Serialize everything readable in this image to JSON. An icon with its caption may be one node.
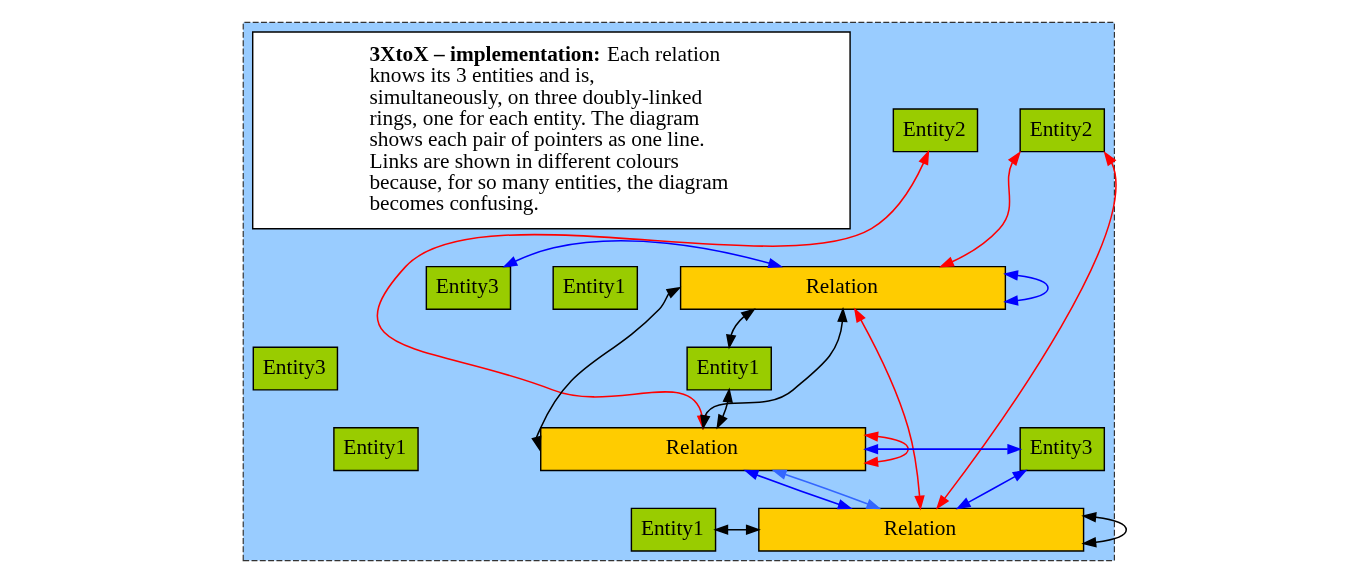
{
  "diagram": {
    "nodes": [
      {
        "text": [],
        "shape": "box"
      },
      {
        "text": [
          "Entity2"
        ],
        "in": 0
      },
      {
        "text": [
          "Entity2"
        ],
        "in": 0
      },
      {
        "text": [
          "Entity1"
        ],
        "in": 0
      },
      {
        "text": [
          "Entity3"
        ],
        "in": 0
      },
      {
        "text": [
          "Relation"
        ],
        "in": 0
      },
      {
        "text": [
          "Entity1"
        ],
        "in": 0
      },
      {
        "text": [
          "Entity3"
        ],
        "in": 0
      },
      {
        "text": [
          "Relation"
        ],
        "in": 0
      },
      {
        "text": [
          "Entity3"
        ],
        "in": 0
      },
      {
        "text": [
          "Entity1"
        ],
        "in": 0
      },
      {
        "text": [
          "Relation"
        ],
        "in": 0
      },
      {
        "text": [
          "Entity1"
        ],
        "in": 0
      },
      {
        "text": [
          "**3XtoX – implementation:** Each relation knows its 3 entities and is, simultaneously, on three doubly-linked rings, one for each entity. The diagram shows each pair of pointers as one line. Links are shown in different colours because, for so many entities, the diagram becomes confusing."
        ],
        "in": 0
      }
    ],
    "edges": [
      {
        "from": 6,
        "to": 5,
        "arrow": "both"
      },
      {
        "from": 5,
        "to": 8,
        "arrow": "both"
      },
      {
        "from": 5,
        "to": 8,
        "arrow": "both"
      },
      {
        "from": 6,
        "to": 8,
        "arrow": "both"
      },
      {
        "from": 12,
        "to": 11,
        "arrow": "both"
      },
      {
        "from": 11,
        "to": 11,
        "arrow": "both"
      },
      {
        "from": 1,
        "to": 5,
        "arrow": "both",
        "color": "#ff0000"
      },
      {
        "from": 1,
        "to": 11,
        "arrow": "both",
        "color": "#ff0000"
      },
      {
        "from": 5,
        "to": 11,
        "arrow": "both",
        "color": "#ff0000"
      },
      {
        "from": 2,
        "to": 8,
        "arrow": "both",
        "color": "#ff0000"
      },
      {
        "from": 8,
        "to": 8,
        "arrow": "both",
        "color": "#ff0000"
      },
      {
        "from": 5,
        "to": 5,
        "arrow": "both",
        "color": "#0000ff"
      },
      {
        "from": 4,
        "to": 5,
        "arrow": "both",
        "color": "#0000ff"
      },
      {
        "from": 8,
        "to": 11,
        "arrow": "both",
        "color": "#0000ff"
      },
      {
        "from": 8,
        "to": 9,
        "arrow": "both",
        "color": "#0000ff"
      },
      {
        "from": 9,
        "to": 11,
        "arrow": "both",
        "color": "#0000ff"
      },
      {
        "from": 8,
        "to": 11,
        "arrow": "both",
        "color": "#3366ff"
      }
    ]
  }
}
